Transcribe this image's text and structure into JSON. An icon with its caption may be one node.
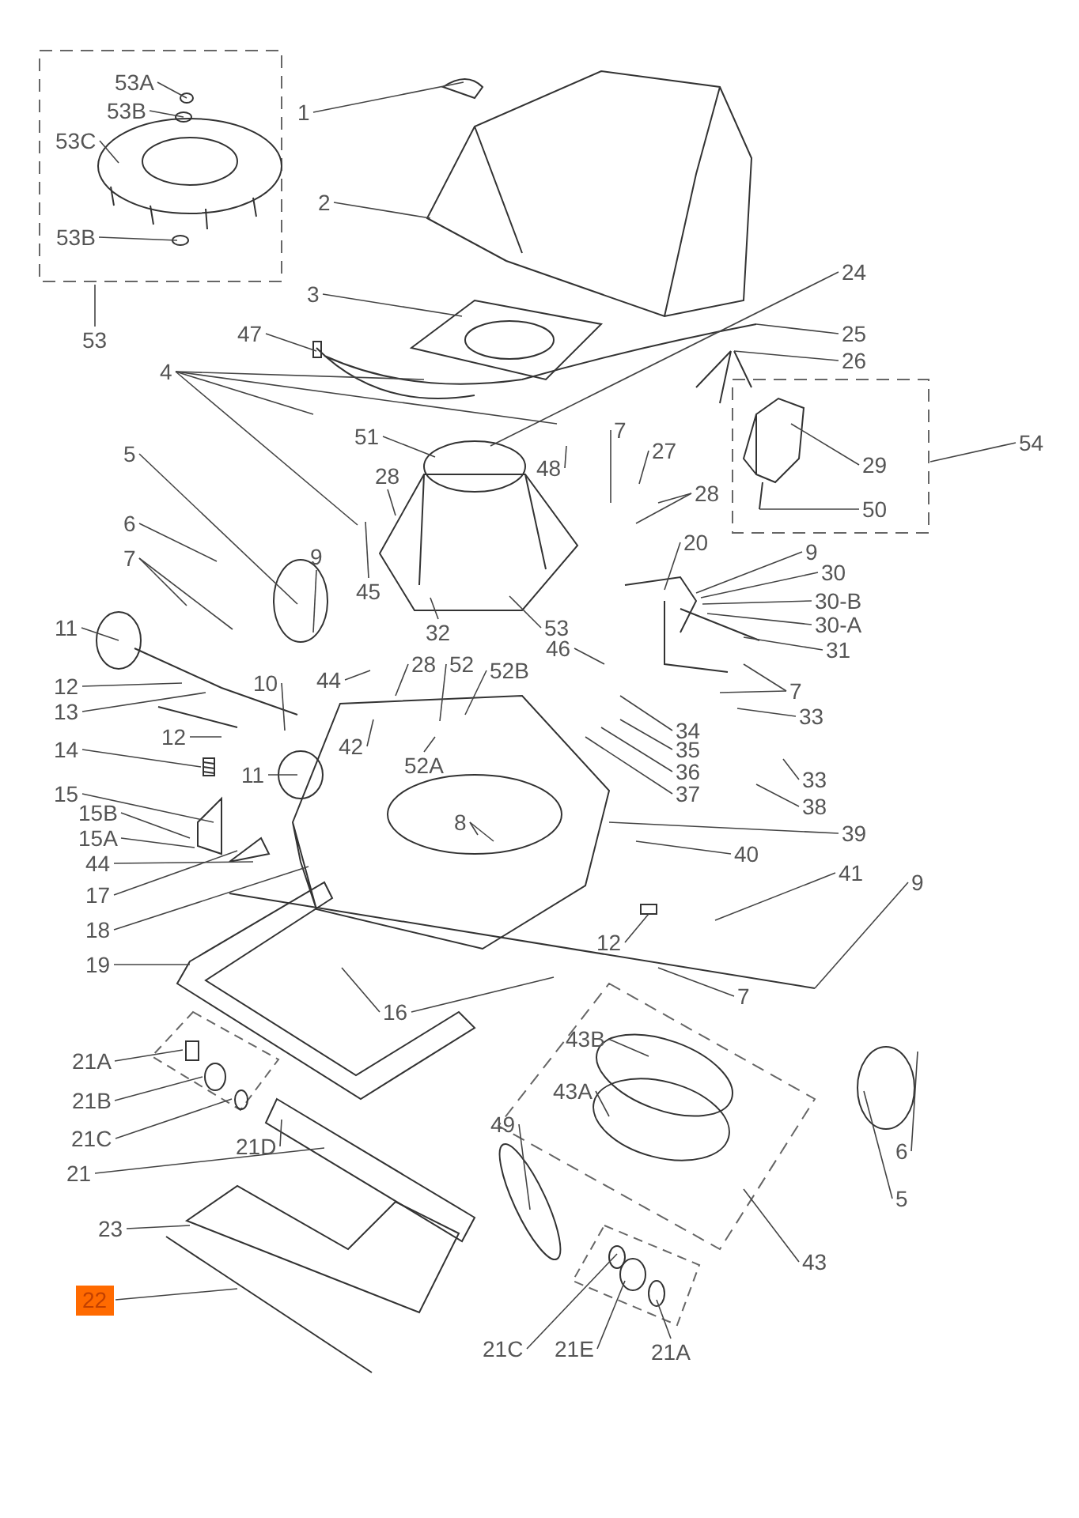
{
  "diagram": {
    "nodes": [
      {
        "text": [
          "53A"
        ]
      },
      {
        "text": [
          "53B"
        ]
      },
      {
        "text": [
          "53C"
        ]
      },
      {
        "text": [
          "53B"
        ]
      },
      {
        "text": [
          "53"
        ]
      },
      {
        "text": [
          "1"
        ]
      },
      {
        "text": [
          "2"
        ]
      },
      {
        "text": [
          "3"
        ]
      },
      {
        "text": [
          "47"
        ]
      },
      {
        "text": [
          "24"
        ]
      },
      {
        "text": [
          "4"
        ]
      },
      {
        "text": [
          "25"
        ]
      },
      {
        "text": [
          "26"
        ]
      },
      {
        "text": [
          "5"
        ]
      },
      {
        "text": [
          "51"
        ]
      },
      {
        "text": [
          "48"
        ]
      },
      {
        "text": [
          "7"
        ]
      },
      {
        "text": [
          "27"
        ]
      },
      {
        "text": [
          "28"
        ]
      },
      {
        "text": [
          "54"
        ]
      },
      {
        "text": [
          "29"
        ]
      },
      {
        "text": [
          "50"
        ]
      },
      {
        "text": [
          "28"
        ]
      },
      {
        "text": [
          "6"
        ]
      },
      {
        "text": [
          "7"
        ]
      },
      {
        "text": [
          "9"
        ]
      },
      {
        "text": [
          "45"
        ]
      },
      {
        "text": [
          "32"
        ]
      },
      {
        "text": [
          "53"
        ]
      },
      {
        "text": [
          "20"
        ]
      },
      {
        "text": [
          "9"
        ]
      },
      {
        "text": [
          "30"
        ]
      },
      {
        "text": [
          "30-B"
        ]
      },
      {
        "text": [
          "30-A"
        ]
      },
      {
        "text": [
          "31"
        ]
      },
      {
        "text": [
          "11"
        ]
      },
      {
        "text": [
          "46"
        ]
      },
      {
        "text": [
          "7"
        ]
      },
      {
        "text": [
          "12"
        ]
      },
      {
        "text": [
          "10"
        ]
      },
      {
        "text": [
          "44"
        ]
      },
      {
        "text": [
          "28"
        ]
      },
      {
        "text": [
          "52"
        ]
      },
      {
        "text": [
          "52B"
        ]
      },
      {
        "text": [
          "13"
        ]
      },
      {
        "text": [
          "33"
        ]
      },
      {
        "text": [
          "12"
        ]
      },
      {
        "text": [
          "42"
        ]
      },
      {
        "text": [
          "52A"
        ]
      },
      {
        "text": [
          "34"
        ]
      },
      {
        "text": [
          "35"
        ]
      },
      {
        "text": [
          "14"
        ]
      },
      {
        "text": [
          "36"
        ]
      },
      {
        "text": [
          "11"
        ]
      },
      {
        "text": [
          "33"
        ]
      },
      {
        "text": [
          "37"
        ]
      },
      {
        "text": [
          "15"
        ]
      },
      {
        "text": [
          "38"
        ]
      },
      {
        "text": [
          "15B"
        ]
      },
      {
        "text": [
          "8"
        ]
      },
      {
        "text": [
          "39"
        ]
      },
      {
        "text": [
          "15A"
        ]
      },
      {
        "text": [
          "40"
        ]
      },
      {
        "text": [
          "44"
        ]
      },
      {
        "text": [
          "41"
        ]
      },
      {
        "text": [
          "9"
        ]
      },
      {
        "text": [
          "17"
        ]
      },
      {
        "text": [
          "18"
        ]
      },
      {
        "text": [
          "12"
        ]
      },
      {
        "text": [
          "19"
        ]
      },
      {
        "text": [
          "7"
        ]
      },
      {
        "text": [
          "16"
        ]
      },
      {
        "text": [
          "43B"
        ]
      },
      {
        "text": [
          "21A"
        ]
      },
      {
        "text": [
          "43A"
        ]
      },
      {
        "text": [
          "21B"
        ]
      },
      {
        "text": [
          "49"
        ]
      },
      {
        "text": [
          "21C"
        ]
      },
      {
        "text": [
          "21D"
        ]
      },
      {
        "text": [
          "6"
        ]
      },
      {
        "text": [
          "21"
        ]
      },
      {
        "text": [
          "5"
        ]
      },
      {
        "text": [
          "23"
        ]
      },
      {
        "text": [
          "43"
        ]
      },
      {
        "text": [
          "22"
        ]
      },
      {
        "text": [
          "21C"
        ]
      },
      {
        "text": [
          "21E"
        ]
      },
      {
        "text": [
          "21A"
        ]
      },
      {
        "text": [],
        "shape": "picture"
      },
      {
        "text": [],
        "shape": "circle"
      },
      {
        "text": [],
        "shape": "circle"
      },
      {
        "text": [],
        "shape": "box"
      }
    ],
    "edges": [
      {
        "from": 0,
        "to": null,
        "arrow": "none"
      },
      {
        "from": 1,
        "to": null,
        "arrow": "none"
      },
      {
        "from": 2,
        "to": null,
        "arrow": "none"
      },
      {
        "from": 3,
        "to": null,
        "arrow": "none"
      },
      {
        "from": 4,
        "to": null,
        "arrow": "none"
      },
      {
        "from": 5,
        "to": null,
        "arrow": "none"
      },
      {
        "from": 6,
        "to": null,
        "arrow": "none"
      },
      {
        "from": 7,
        "to": null,
        "arrow": "none"
      },
      {
        "from": 8,
        "to": null,
        "arrow": "none"
      },
      {
        "from": 9,
        "to": null,
        "arrow": "none"
      },
      {
        "from": 10,
        "to": null,
        "arrow": "none"
      },
      {
        "from": 10,
        "to": null,
        "arrow": "none"
      },
      {
        "from": 10,
        "to": null,
        "arrow": "none"
      },
      {
        "from": 10,
        "to": null,
        "arrow": "none"
      },
      {
        "from": 11,
        "to": null,
        "arrow": "none"
      },
      {
        "from": 12,
        "to": null,
        "arrow": "none"
      },
      {
        "from": 13,
        "to": null,
        "arrow": "none"
      },
      {
        "from": 14,
        "to": null,
        "arrow": "none"
      },
      {
        "from": 15,
        "to": null,
        "arrow": "none"
      },
      {
        "from": 16,
        "to": null,
        "arrow": "none"
      },
      {
        "from": 17,
        "to": null,
        "arrow": "none"
      },
      {
        "from": 18,
        "to": null,
        "arrow": "none"
      },
      {
        "from": 18,
        "to": null,
        "arrow": "none"
      },
      {
        "from": 19,
        "to": null,
        "arrow": "none"
      },
      {
        "from": 20,
        "to": null,
        "arrow": "none"
      },
      {
        "from": 21,
        "to": null,
        "arrow": "none"
      },
      {
        "from": 22,
        "to": null,
        "arrow": "none"
      },
      {
        "from": 23,
        "to": null,
        "arrow": "none"
      },
      {
        "from": 24,
        "to": null,
        "arrow": "none"
      },
      {
        "from": 24,
        "to": null,
        "arrow": "none"
      },
      {
        "from": 25,
        "to": null,
        "arrow": "none"
      },
      {
        "from": 26,
        "to": null,
        "arrow": "none"
      },
      {
        "from": 27,
        "to": null,
        "arrow": "none"
      },
      {
        "from": 28,
        "to": null,
        "arrow": "none"
      },
      {
        "from": 29,
        "to": null,
        "arrow": "none"
      },
      {
        "from": 30,
        "to": null,
        "arrow": "none"
      },
      {
        "from": 31,
        "to": null,
        "arrow": "none"
      },
      {
        "from": 32,
        "to": null,
        "arrow": "none"
      },
      {
        "from": 33,
        "to": null,
        "arrow": "none"
      },
      {
        "from": 34,
        "to": null,
        "arrow": "none"
      },
      {
        "from": 35,
        "to": null,
        "arrow": "none"
      },
      {
        "from": 36,
        "to": null,
        "arrow": "none"
      },
      {
        "from": 37,
        "to": null,
        "arrow": "none"
      },
      {
        "from": 37,
        "to": null,
        "arrow": "none"
      },
      {
        "from": 38,
        "to": null,
        "arrow": "none"
      },
      {
        "from": 39,
        "to": null,
        "arrow": "none"
      },
      {
        "from": 40,
        "to": null,
        "arrow": "none"
      },
      {
        "from": 41,
        "to": null,
        "arrow": "none"
      },
      {
        "from": 42,
        "to": null,
        "arrow": "none"
      },
      {
        "from": 43,
        "to": null,
        "arrow": "none"
      },
      {
        "from": 44,
        "to": null,
        "arrow": "none"
      },
      {
        "from": 45,
        "to": null,
        "arrow": "none"
      },
      {
        "from": 46,
        "to": null,
        "arrow": "none"
      },
      {
        "from": 47,
        "to": null,
        "arrow": "none"
      },
      {
        "from": 48,
        "to": null,
        "arrow": "none"
      },
      {
        "from": 49,
        "to": null,
        "arrow": "none"
      },
      {
        "from": 50,
        "to": null,
        "arrow": "none"
      },
      {
        "from": 51,
        "to": 88,
        "arrow": "none"
      },
      {
        "from": 52,
        "to": null,
        "arrow": "none"
      },
      {
        "from": 53,
        "to": null,
        "arrow": "none"
      },
      {
        "from": 54,
        "to": null,
        "arrow": "none"
      },
      {
        "from": 55,
        "to": null,
        "arrow": "none"
      },
      {
        "from": 56,
        "to": null,
        "arrow": "none"
      },
      {
        "from": 57,
        "to": null,
        "arrow": "none"
      },
      {
        "from": 58,
        "to": null,
        "arrow": "none"
      },
      {
        "from": 59,
        "to": null,
        "arrow": "none"
      },
      {
        "from": 59,
        "to": null,
        "arrow": "none"
      },
      {
        "from": 60,
        "to": null,
        "arrow": "none"
      },
      {
        "from": 61,
        "to": null,
        "arrow": "none"
      },
      {
        "from": 62,
        "to": null,
        "arrow": "none"
      },
      {
        "from": 63,
        "to": null,
        "arrow": "none"
      },
      {
        "from": 64,
        "to": null,
        "arrow": "none"
      },
      {
        "from": 65,
        "to": null,
        "arrow": "none"
      },
      {
        "from": 66,
        "to": null,
        "arrow": "none"
      },
      {
        "from": 67,
        "to": null,
        "arrow": "none"
      },
      {
        "from": 68,
        "to": null,
        "arrow": "none"
      },
      {
        "from": 69,
        "to": null,
        "arrow": "none"
      },
      {
        "from": 70,
        "to": null,
        "arrow": "none"
      },
      {
        "from": 71,
        "to": null,
        "arrow": "none"
      },
      {
        "from": 71,
        "to": null,
        "arrow": "none"
      },
      {
        "from": 72,
        "to": null,
        "arrow": "none"
      },
      {
        "from": 73,
        "to": 91,
        "arrow": "none"
      },
      {
        "from": 74,
        "to": null,
        "arrow": "none"
      },
      {
        "from": 75,
        "to": 90,
        "arrow": "none"
      },
      {
        "from": 76,
        "to": null,
        "arrow": "none"
      },
      {
        "from": 77,
        "to": 89,
        "arrow": "none"
      },
      {
        "from": 78,
        "to": null,
        "arrow": "none"
      },
      {
        "from": 79,
        "to": null,
        "arrow": "none"
      },
      {
        "from": 80,
        "to": null,
        "arrow": "none"
      },
      {
        "from": 81,
        "to": null,
        "arrow": "none"
      },
      {
        "from": 82,
        "to": null,
        "arrow": "none"
      },
      {
        "from": 83,
        "to": null,
        "arrow": "none"
      },
      {
        "from": 84,
        "to": null,
        "arrow": "none"
      },
      {
        "from": 85,
        "to": null,
        "arrow": "none"
      },
      {
        "from": 86,
        "to": null,
        "arrow": "none"
      },
      {
        "from": 87,
        "to": null,
        "arrow": "none"
      }
    ]
  }
}
